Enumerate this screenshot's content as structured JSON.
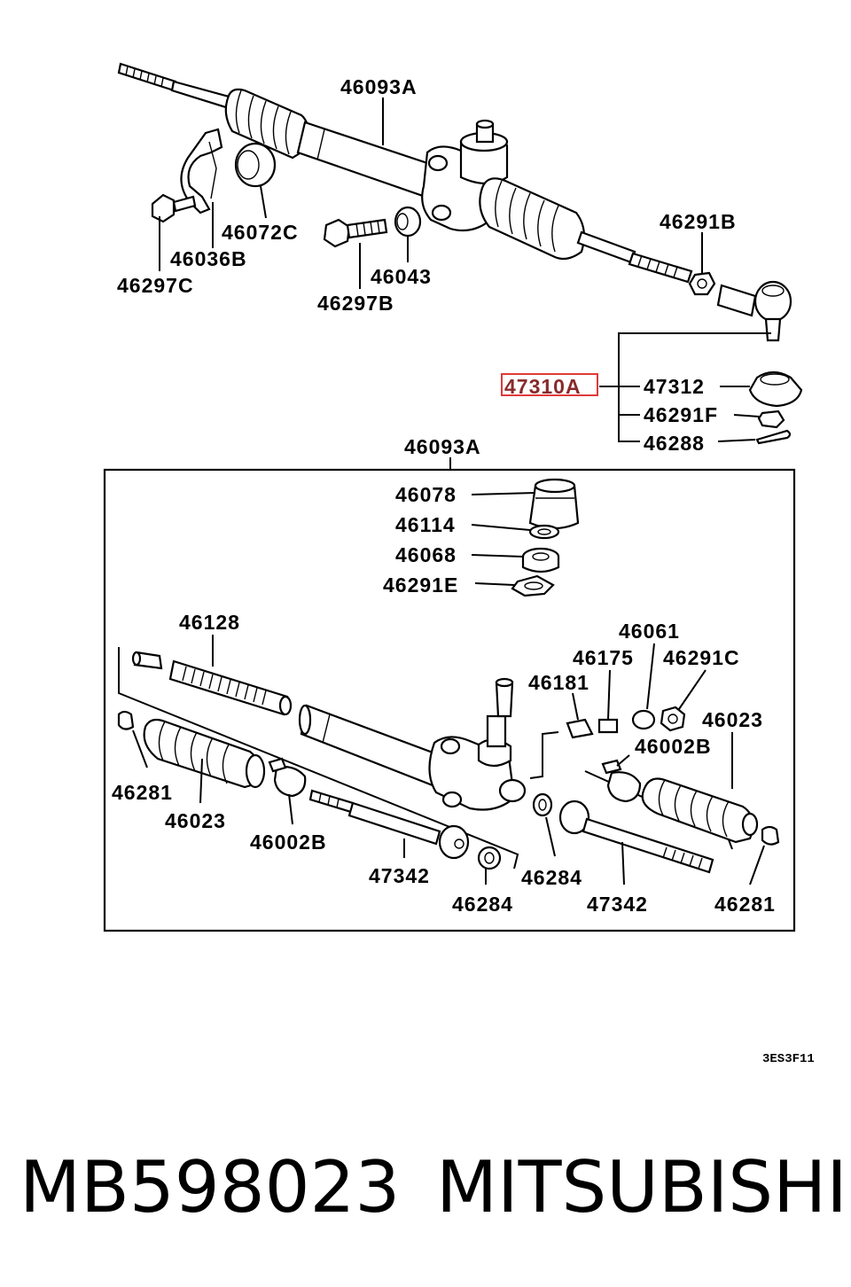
{
  "diagram": {
    "top_labels": {
      "assembly": "46093A",
      "clamp_bushing": "46072C",
      "bracket": "46036B",
      "bolt_left": "46297C",
      "bolt_right": "46297B",
      "bushing": "46043",
      "nut": "46291B",
      "tie_rod_end": "47310A",
      "dust_cover": "47312",
      "castle_nut": "46291F",
      "cotter_pin": "46288"
    },
    "kit_labels": {
      "kit_title": "46093A",
      "boot": "46078",
      "spacer": "46114",
      "seal": "46068",
      "lock_nut": "46291E",
      "rack": "46128",
      "cap": "46061",
      "spring": "46175",
      "plunger": "46181",
      "adjust_nut": "46291C",
      "bellows_right": "46023",
      "clip_right": "46002B",
      "band_left": "46281",
      "bellows_left": "46023",
      "clip_left": "46002B",
      "inner_rod_left": "47342",
      "washer_left": "46284",
      "washer_right": "46284",
      "inner_rod_right": "47342",
      "band_right": "46281"
    },
    "figure_code": "3ES3F11",
    "highlight_color": "#e03a3a"
  },
  "footer": {
    "part_number": "MB598023",
    "brand": "MITSUBISHI"
  }
}
